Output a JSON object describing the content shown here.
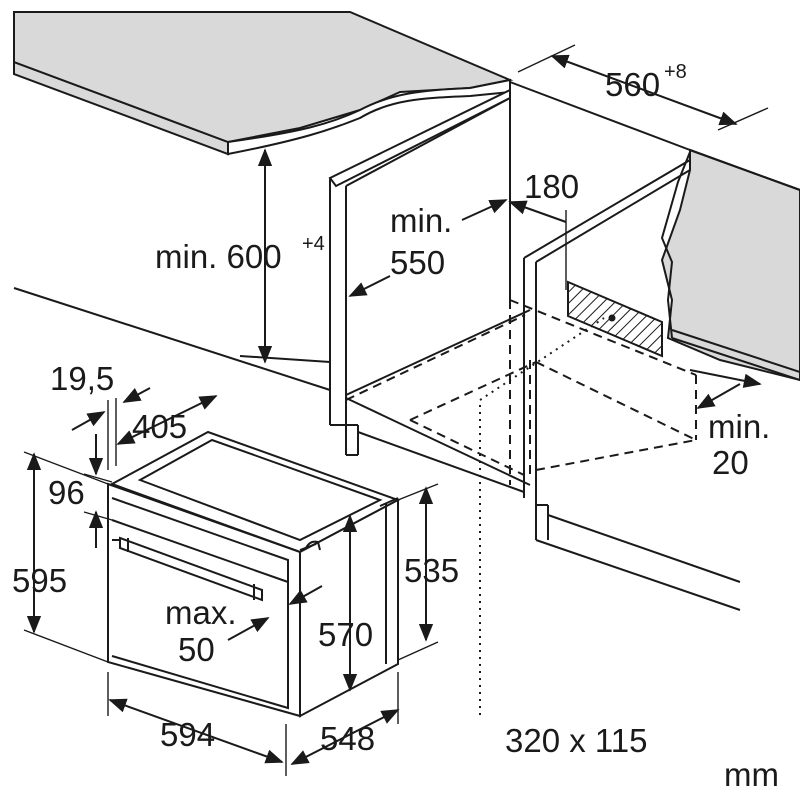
{
  "labels": {
    "niche_width": "560",
    "niche_width_tol": "+8",
    "niche_height_prefix": "min. 600",
    "niche_height_tol": "+4",
    "depth_min_line1": "min.",
    "depth_min_line2": "550",
    "vent_offset": "180",
    "gap_line1": "min.",
    "gap_line2": "20",
    "panel_thickness": "19,5",
    "oven_depth_front": "405",
    "top_offset": "96",
    "oven_height": "595",
    "handle_line1": "max.",
    "handle_line2": "50",
    "body_height_inner": "570",
    "body_height_side": "535",
    "oven_width": "594",
    "oven_depth": "548",
    "vent_size": "320 x 115",
    "unit": "mm"
  },
  "colors": {
    "line": "#1a1a1a",
    "countertop": "#d9d9d9",
    "background": "#ffffff"
  }
}
